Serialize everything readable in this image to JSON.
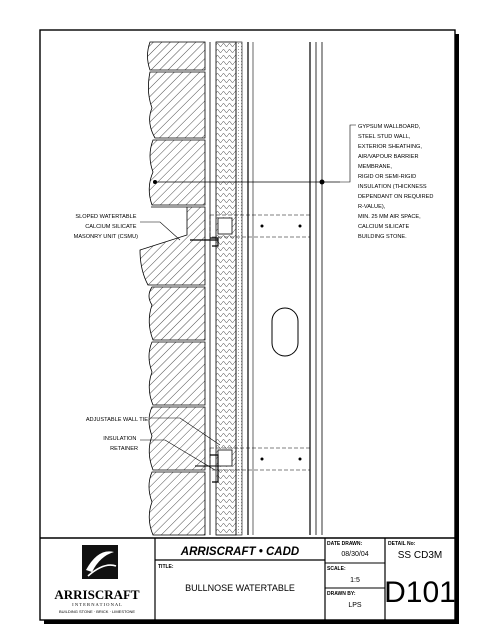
{
  "labels": {
    "right_note": [
      "GYPSUM WALLBOARD,",
      "STEEL STUD WALL,",
      "EXTERIOR SHEATHING,",
      "AIR/VAPOUR BARRIER",
      "MEMBRANE,",
      "RIGID OR SEMI-RIGID",
      "INSULATION (THICKNESS",
      "DEPENDANT ON REQUIRED",
      "R-VALUE),",
      "MIN. 25 MM AIR SPACE,",
      "CALCIUM SILICATE",
      "BUILDING STONE."
    ],
    "watertable_note": [
      "SLOPED WATERTABLE",
      "CALCIUM SILICATE",
      "MASONRY UNIT (CSMU)"
    ],
    "wall_tie": "ADJUSTABLE WALL TIE",
    "insulation_retainer": [
      "INSULATION",
      "RETAINER"
    ]
  },
  "title_block": {
    "company_name": "ARRISCRAFT",
    "company_sub": "I N T E R N A T I O N A L",
    "company_tagline": "BUILDING STONE · BRICK · LIMESTONE",
    "header": "ARRISCRAFT • CADD",
    "title_label": "TITLE:",
    "title": "BULLNOSE WATERTABLE",
    "date_label": "DATE DRAWN:",
    "date": "08/30/04",
    "scale_label": "SCALE:",
    "scale": "1:5",
    "drawn_label": "DRAWN BY:",
    "drawn_by": "LPS",
    "detail_label": "DETAIL No:",
    "detail_code": "SS CD3M",
    "detail_number": "D101"
  }
}
